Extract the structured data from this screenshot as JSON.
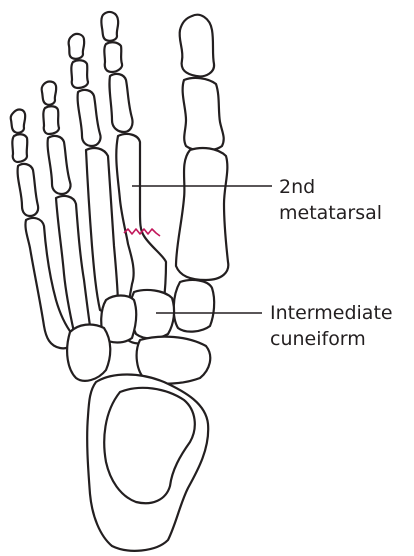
{
  "labels": {
    "metatarsal": {
      "line1": "2nd",
      "line2": "metatarsal"
    },
    "cuneiform": {
      "line1": "Intermediate",
      "line2": "cuneiform"
    }
  },
  "colors": {
    "outline": "#231f20",
    "fracture": "#c2185b",
    "background": "#ffffff"
  }
}
